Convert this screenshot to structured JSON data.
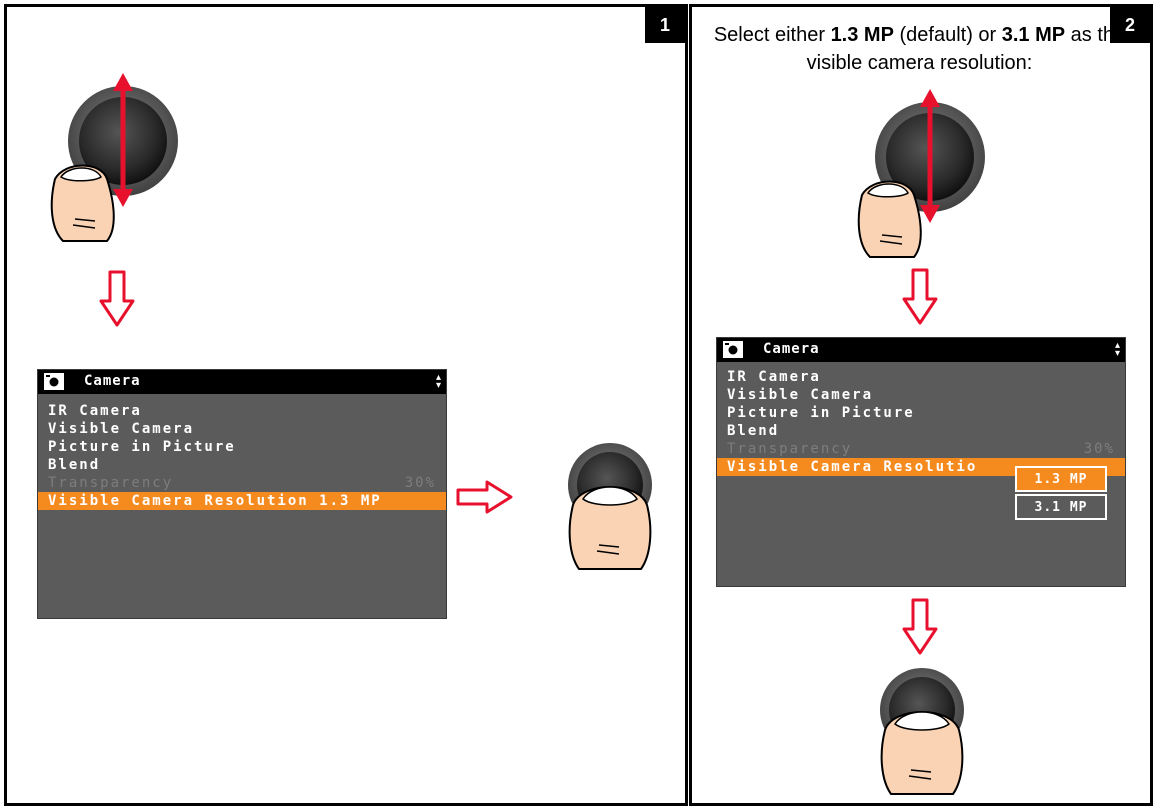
{
  "step1": {
    "badge": "1",
    "screen": {
      "title": "Camera",
      "scroll_glyph": "▴▾",
      "items": [
        {
          "label": "IR Camera",
          "value": "",
          "state": "normal"
        },
        {
          "label": "Visible Camera",
          "value": "",
          "state": "normal"
        },
        {
          "label": "Picture in Picture",
          "value": "",
          "state": "normal"
        },
        {
          "label": "Blend",
          "value": "",
          "state": "normal"
        },
        {
          "label": "Transparency",
          "value": "30%",
          "state": "disabled"
        },
        {
          "label": "Visible Camera Resolution 1.3 MP",
          "value": "",
          "state": "active"
        }
      ]
    }
  },
  "step2": {
    "badge": "2",
    "instruction": {
      "part1": "Select either ",
      "bold1": "1.3 MP",
      "part2": " (default) or ",
      "bold2": "3.1 MP",
      "part3": " as the visible camera resolution:"
    },
    "screen": {
      "title": "Camera",
      "scroll_glyph": "▴▾",
      "items": [
        {
          "label": "IR Camera",
          "value": "",
          "state": "normal"
        },
        {
          "label": "Visible Camera",
          "value": "",
          "state": "normal"
        },
        {
          "label": "Picture in Picture",
          "value": "",
          "state": "normal"
        },
        {
          "label": "Blend",
          "value": "",
          "state": "normal"
        },
        {
          "label": "Transparency",
          "value": "30%",
          "state": "disabled"
        },
        {
          "label": "Visible Camera Resolutio",
          "value": "",
          "state": "active"
        }
      ],
      "options": [
        "1.3 MP",
        "3.1 MP"
      ],
      "selected_option": "1.3 MP"
    }
  },
  "colors": {
    "accent_orange": "#f58a1f",
    "arrow_red": "#e8112d",
    "lcd_gray": "#5b5b5b",
    "disabled_text": "#7d7d7d"
  },
  "icons": {
    "camera": "camera-icon",
    "arrow_down": "down-arrow-icon",
    "arrow_right": "right-arrow-icon",
    "joystick": "joystick-icon",
    "thumb": "thumb-icon"
  }
}
